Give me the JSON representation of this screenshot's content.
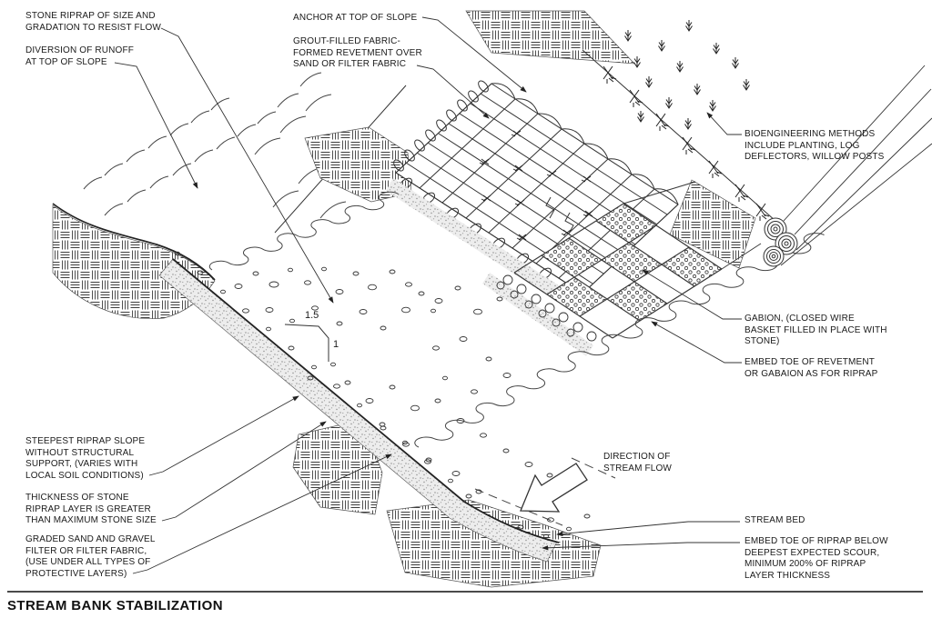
{
  "title": "STREAM BANK STABILIZATION",
  "slope_ratio": {
    "horizontal_run": "1.5",
    "vertical_rise": "1"
  },
  "callouts": {
    "stone_riprap": "STONE RIPRAP OF SIZE AND\nGRADATION TO RESIST FLOW",
    "diversion_runoff": "DIVERSION OF RUNOFF\nAT TOP OF SLOPE",
    "anchor_top": "ANCHOR AT TOP OF SLOPE",
    "grout_revetment": "GROUT-FILLED FABRIC-\nFORMED REVETMENT OVER\nSAND OR FILTER FABRIC",
    "bioengineering": "BIOENGINEERING METHODS\nINCLUDE PLANTING, LOG\nDEFLECTORS, WILLOW POSTS",
    "gabion": "GABION, (CLOSED WIRE\nBASKET FILLED IN PLACE WITH\nSTONE)",
    "embed_toe_revetment": "EMBED TOE OF REVETMENT\nOR GABAION AS FOR RIPRAP",
    "steepest_slope": "STEEPEST RIPRAP SLOPE\nWITHOUT STRUCTURAL\nSUPPORT, (VARIES WITH\nLOCAL SOIL CONDITIONS)",
    "thickness": "THICKNESS OF STONE\nRIPRAP LAYER IS GREATER\nTHAN MAXIMUM STONE SIZE",
    "graded_filter": "GRADED SAND AND GRAVEL\nFILTER OR FILTER FABRIC,\n(USE UNDER ALL TYPES OF\nPROTECTIVE LAYERS)",
    "direction_flow": "DIRECTION OF\nSTREAM FLOW",
    "stream_bed": "STREAM BED",
    "embed_toe_riprap": "EMBED TOE OF RIPRAP BELOW\nDEEPEST EXPECTED SCOUR,\nMINIMUM 200% OF RIPRAP\nLAYER THICKNESS"
  },
  "colors": {
    "ink": "#1a1a1a",
    "paper": "#ffffff",
    "line": "#333333"
  }
}
